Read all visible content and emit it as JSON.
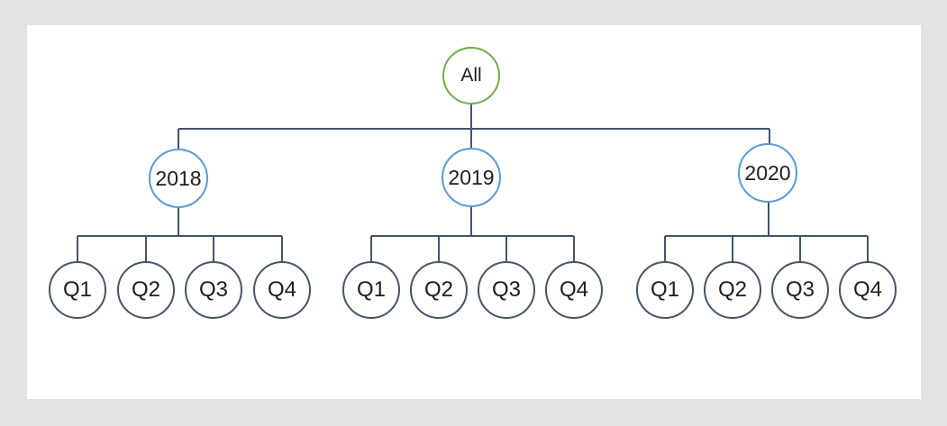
{
  "diagram": {
    "type": "hierarchy-tree",
    "root": {
      "label": "All"
    },
    "years": [
      {
        "label": "2018",
        "quarters": [
          "Q1",
          "Q2",
          "Q3",
          "Q4"
        ]
      },
      {
        "label": "2019",
        "quarters": [
          "Q1",
          "Q2",
          "Q3",
          "Q4"
        ]
      },
      {
        "label": "2020",
        "quarters": [
          "Q1",
          "Q2",
          "Q3",
          "Q4"
        ]
      }
    ],
    "colors": {
      "root_border": "#70AD47",
      "year_border": "#5B9BD5",
      "quarter_border": "#44546A",
      "connector": "#44546A",
      "canvas_bg": "#FFFFFF",
      "page_bg": "#E2E2E2",
      "text_color": "#1E1E1E"
    }
  }
}
